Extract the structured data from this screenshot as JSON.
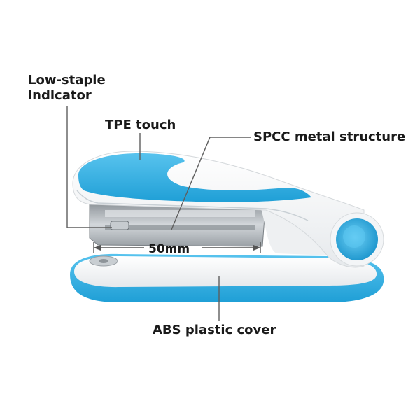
{
  "labels": {
    "low_staple_indicator_line1": "Low-staple",
    "low_staple_indicator_line2": "indicator",
    "tpe_touch": "TPE touch",
    "spcc_metal_structure": "SPCC metal structure",
    "throat_depth": "50mm",
    "abs_plastic_cover": "ABS plastic cover"
  },
  "colors": {
    "accent_blue": "#3fb3e3",
    "body_white": "#f7f8f9",
    "metal": "#b9bec3",
    "callout_line": "#6b6b6b",
    "text": "#1a1a1a"
  }
}
